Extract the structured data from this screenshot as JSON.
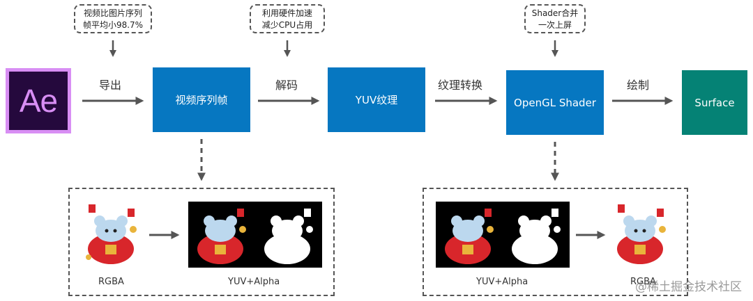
{
  "notes": {
    "size": [
      "视频比图片序列",
      "帧平均小98.7%"
    ],
    "decode": [
      "利用硬件加速",
      "减少CPU占用"
    ],
    "merge": [
      "Shader合并",
      "一次上屏"
    ]
  },
  "nodes": {
    "ae": "Ae",
    "frames": "视频序列帧",
    "yuv": "YUV纹理",
    "shader": "OpenGL Shader",
    "surface": "Surface"
  },
  "edges": {
    "export": "导出",
    "decode": "解码",
    "convert": "纹理转换",
    "draw": "绘制"
  },
  "left_panel": {
    "rgba": "RGBA",
    "yuv_alpha": "YUV+Alpha"
  },
  "right_panel": {
    "yuv_alpha": "YUV+Alpha",
    "rgba": "RGBA"
  },
  "watermark": "@稀土掘金技术社区",
  "colors": {
    "blue": "#0677c1",
    "teal": "#058275",
    "ae_purple": "#d88ef4",
    "ae_dark": "#25093d"
  }
}
